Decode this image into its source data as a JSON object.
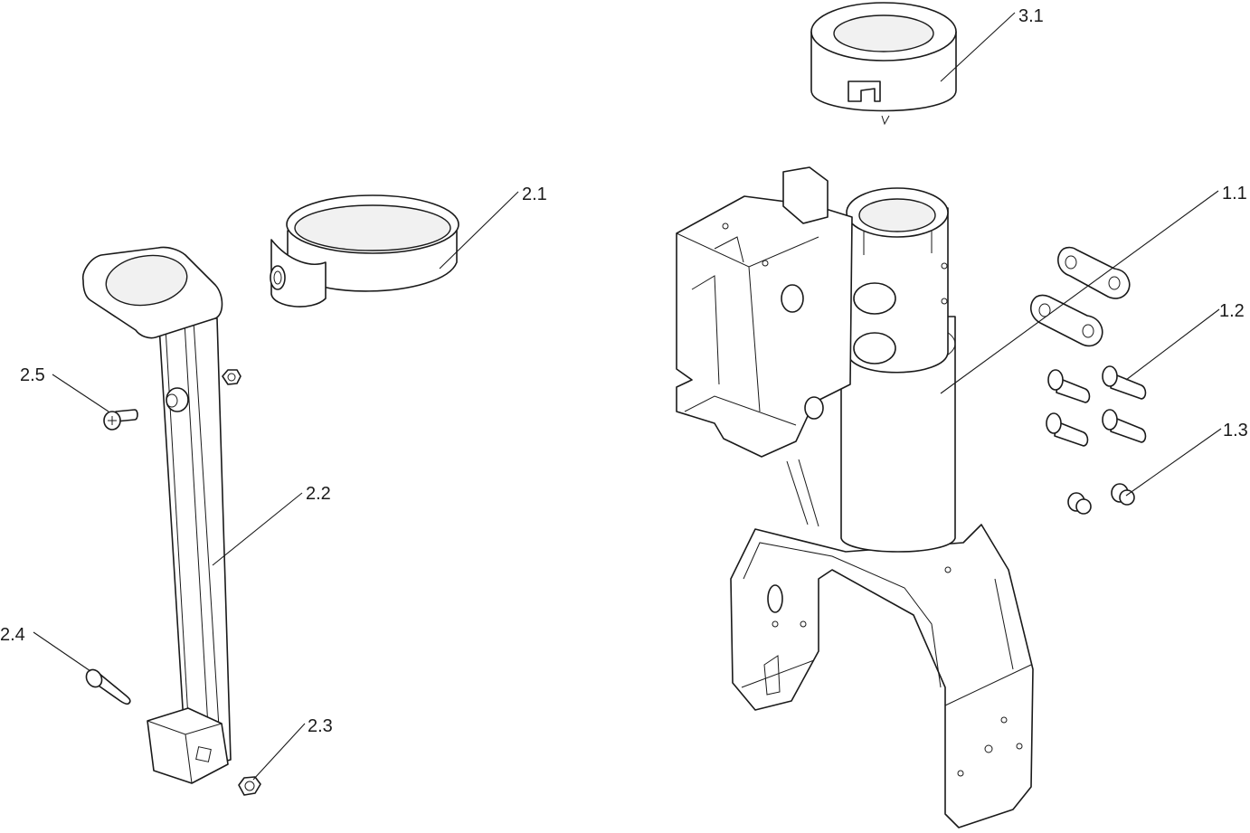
{
  "diagram": {
    "labels": {
      "l11": "1.1",
      "l12": "1.2",
      "l13": "1.3",
      "l21": "2.1",
      "l22": "2.2",
      "l23": "2.3",
      "l24": "2.4",
      "l25": "2.5",
      "l31": "3.1"
    }
  }
}
